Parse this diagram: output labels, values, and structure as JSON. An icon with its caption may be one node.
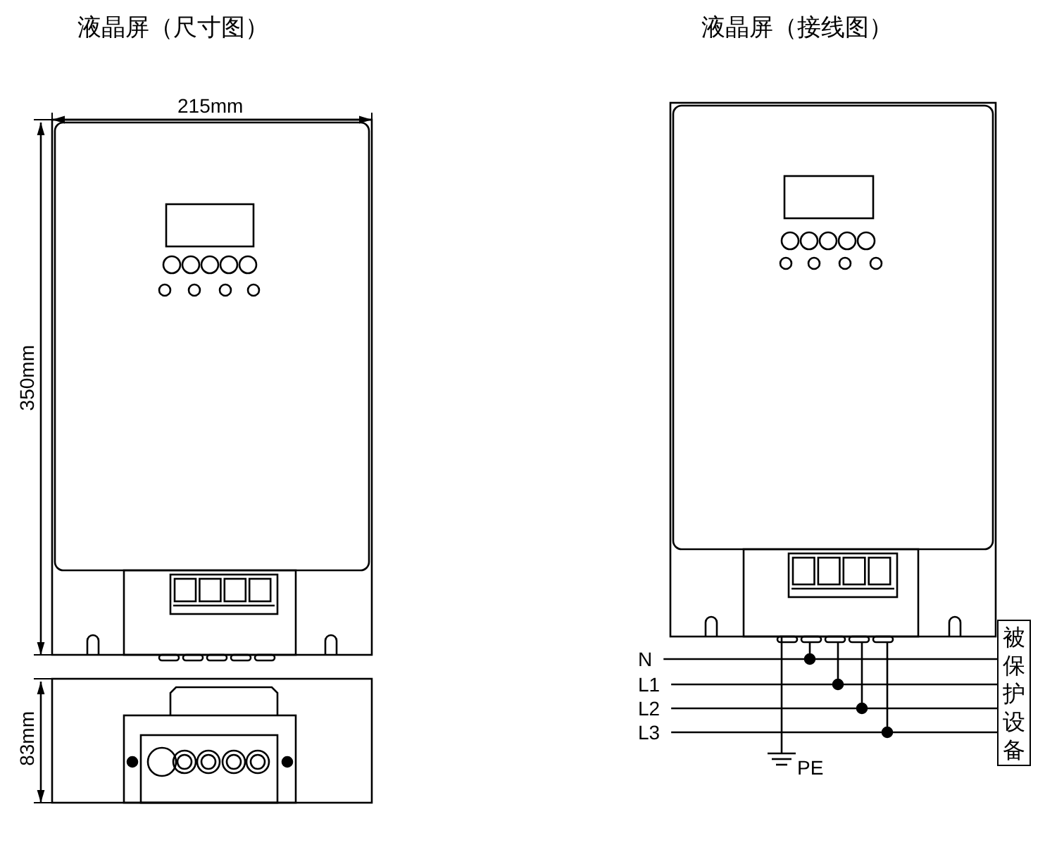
{
  "diagram": {
    "nodes": [
      {
        "text": [
          "被保护设备"
        ]
      },
      {
        "text": [
          "N"
        ]
      },
      {
        "text": [
          "L1"
        ]
      },
      {
        "text": [
          "L2"
        ]
      },
      {
        "text": [
          "L3"
        ]
      }
    ],
    "edges": [
      {
        "from": 1,
        "to": 0,
        "arrow": "none"
      },
      {
        "from": 2,
        "to": 0,
        "arrow": "none"
      },
      {
        "from": 3,
        "to": 0,
        "arrow": "none"
      },
      {
        "from": 4,
        "to": 0,
        "arrow": "none"
      }
    ],
    "labels": [
      "液晶屏（尺寸图）",
      "液晶屏（接线图）",
      "215mm",
      "350mm",
      "83mm",
      "PE"
    ]
  }
}
